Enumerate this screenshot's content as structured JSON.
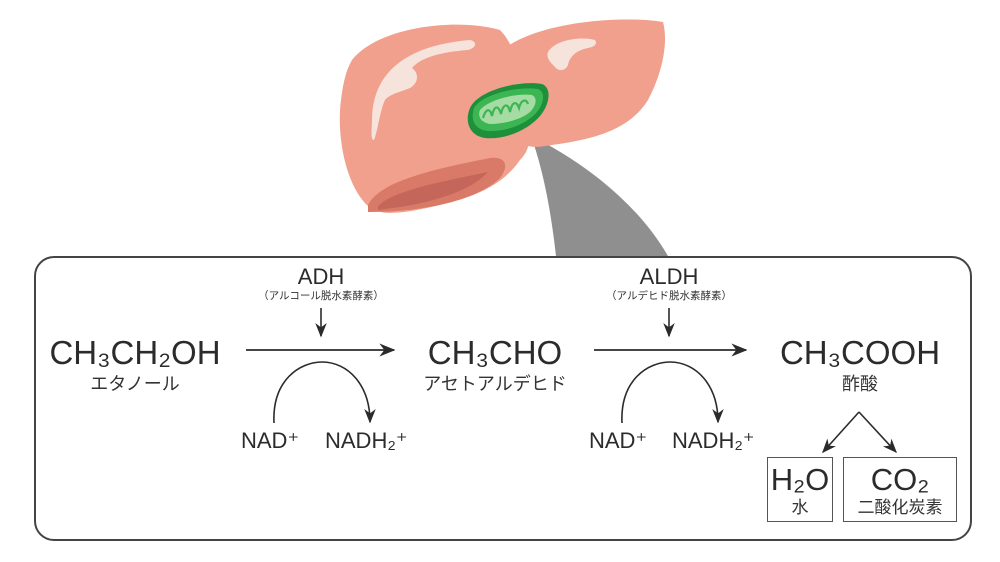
{
  "diagram": {
    "title": "",
    "colors": {
      "liver": "#f2a08e",
      "liver_shadow": "#d97a68",
      "liver_highlight": "#f6e4dc",
      "mitochondria_outer": "#2ea84a",
      "mitochondria_inner": "#9ed8a0",
      "zoom_beam": "#8c8c8c",
      "frame": "#444444",
      "text": "#2b2b2b"
    },
    "illustration": {
      "organ_icon": "liver-icon",
      "organelle_icon": "mitochondria-icon"
    },
    "compounds": [
      {
        "formula": "CH₃CH₂OH",
        "name": "エタノール"
      },
      {
        "formula": "CH₃CHO",
        "name": "アセトアルデヒド"
      },
      {
        "formula": "CH₃COOH",
        "name": "酢酸"
      }
    ],
    "enzymes": [
      {
        "abbr": "ADH",
        "full": "（アルコール脱水素酵素）"
      },
      {
        "abbr": "ALDH",
        "full": "（アルデヒド脱水素酵素）"
      }
    ],
    "cofactors": [
      {
        "in": "NAD⁺",
        "out": "NADH₂⁺"
      },
      {
        "in": "NAD⁺",
        "out": "NADH₂⁺"
      }
    ],
    "final_products": [
      {
        "formula": "H₂O",
        "name": "水"
      },
      {
        "formula": "CO₂",
        "name": "二酸化炭素"
      }
    ]
  }
}
